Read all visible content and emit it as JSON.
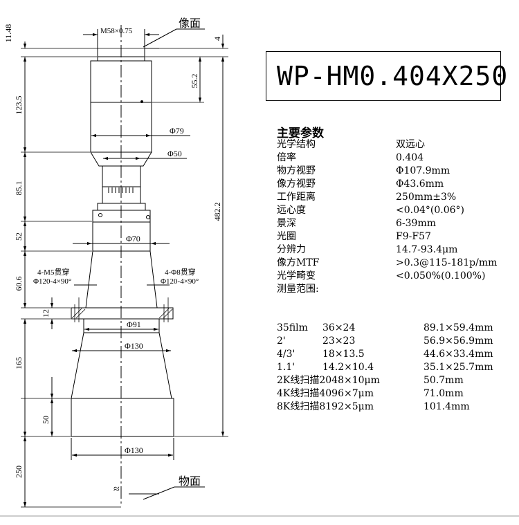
{
  "model": "WP-HM0.404X250",
  "specs_title": "主要参数",
  "specs": [
    {
      "key": "光学结构",
      "value": "双远心"
    },
    {
      "key": "倍率",
      "value": "0.404"
    },
    {
      "key": "物方视野",
      "value": "Φ107.9mm"
    },
    {
      "key": "像方视野",
      "value": "Φ43.6mm"
    },
    {
      "key": "工作距离",
      "value": "250mm±3%"
    },
    {
      "key": "远心度",
      "value": "<0.04°(0.06°)"
    },
    {
      "key": "景深",
      "value": "6-39mm"
    },
    {
      "key": "光圈",
      "value": "F9-F57"
    },
    {
      "key": "分辨力",
      "value": "14.7-93.4μm"
    },
    {
      "key": "像方MTF",
      "value": ">0.3@115-181p/mm"
    },
    {
      "key": "光学畸变",
      "value": "<0.050%(0.100%)"
    },
    {
      "key": "测量范围:",
      "value": ""
    }
  ],
  "sensors": [
    {
      "name": "35film",
      "size": "36×24",
      "field": "89.1×59.4mm"
    },
    {
      "name": "2'",
      "size": "23×23",
      "field": "56.9×56.9mm"
    },
    {
      "name": "4/3'",
      "size": "18×13.5",
      "field": "44.6×33.4mm"
    },
    {
      "name": "1.1'",
      "size": "14.2×10.4",
      "field": "35.1×25.7mm"
    }
  ],
  "scan": [
    {
      "label": "2K线扫描2048×10μm",
      "field": "50.7mm"
    },
    {
      "label": "4K线扫描4096×7μm",
      "field": "71.0mm"
    },
    {
      "label": "8K线扫描8192×5μm",
      "field": "101.4mm"
    }
  ],
  "drawing": {
    "image_plane_label": "像面",
    "object_plane_label": "物面",
    "thread_label": "M58×0.75",
    "dim_left": [
      "11.48",
      "123.5",
      "85.1",
      "52",
      "60.6",
      "12",
      "165",
      "50",
      "250"
    ],
    "dim_right": [
      "4",
      "55.2",
      "482.2"
    ],
    "diameters": [
      "Φ79",
      "Φ50",
      "Φ70",
      "Φ91",
      "Φ130",
      "Φ130"
    ],
    "hole_left_1": "4-M5贯穿",
    "hole_left_2": "Φ120-4×90°",
    "hole_right_1": "4-Φ8贯穿",
    "hole_right_2": "Φ120-4×90°",
    "break_symbol": "≈"
  },
  "colors": {
    "line": "#000000",
    "background": "#ffffff",
    "footer_rule": "#999999"
  }
}
